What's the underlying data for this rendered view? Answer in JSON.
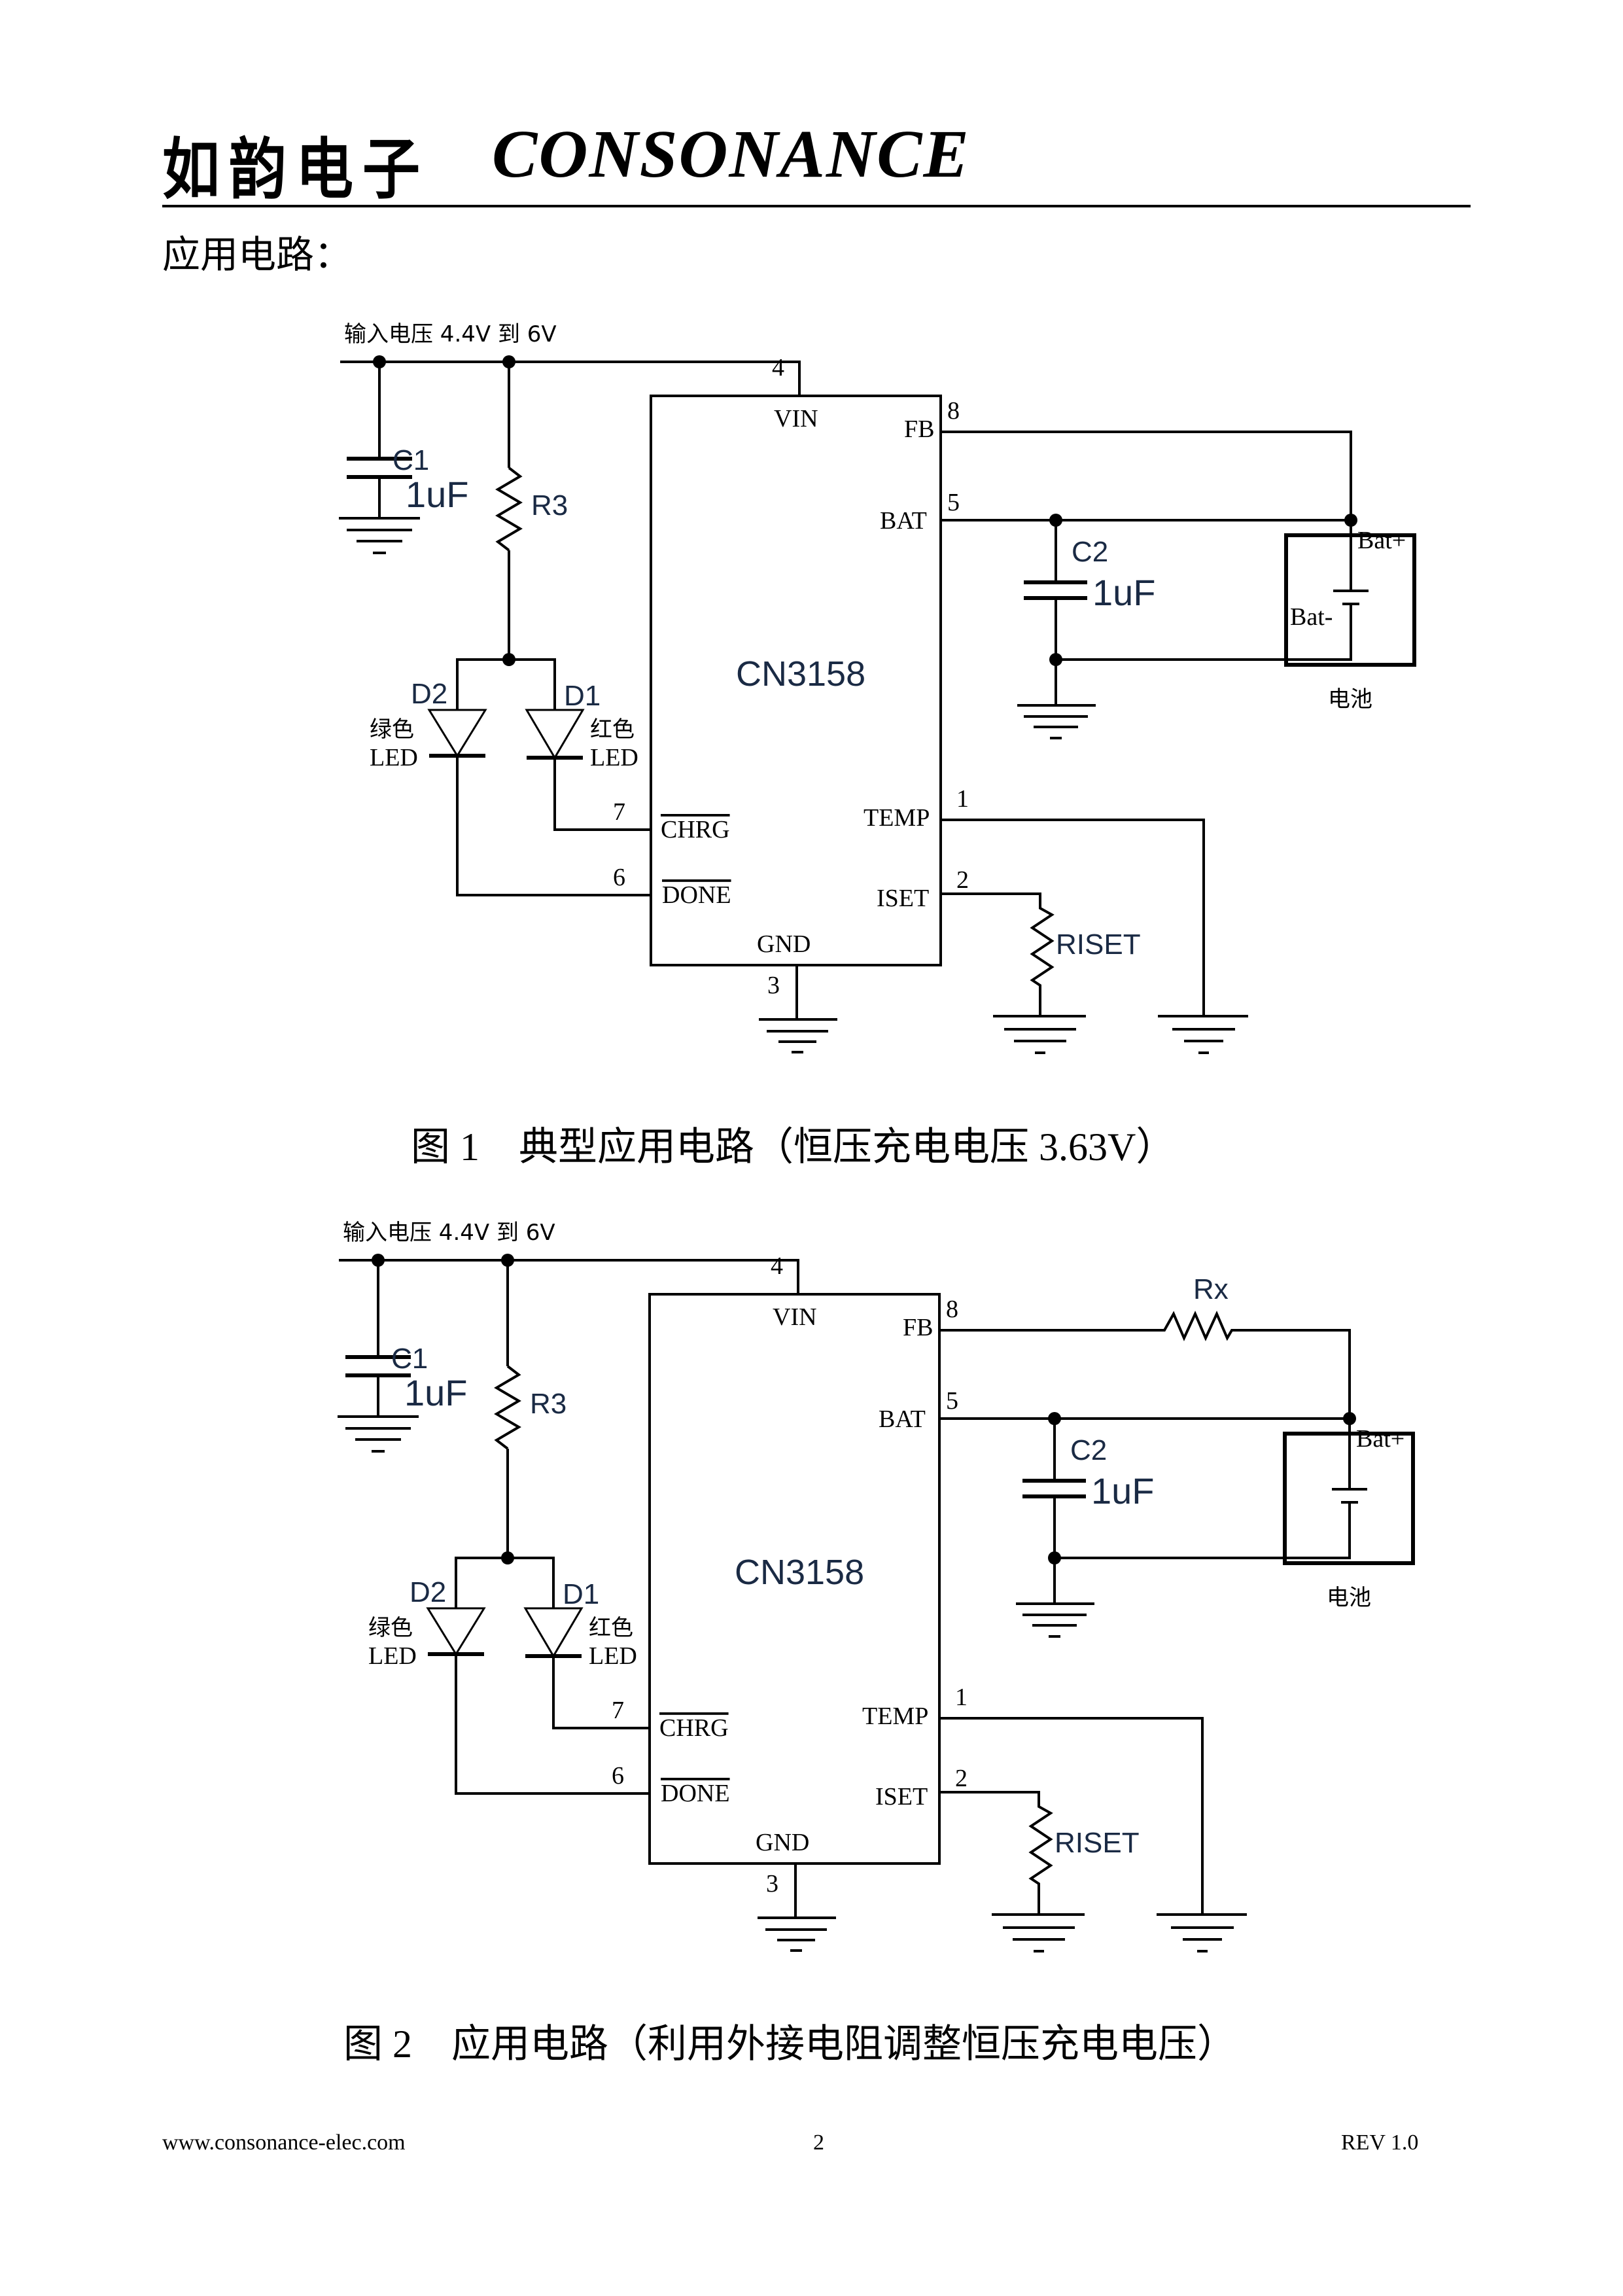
{
  "header": {
    "brand_cn": "如韵电子",
    "brand_en": "CONSONANCE"
  },
  "section_title": "应用电路：",
  "figures": [
    {
      "caption": "图 1    典型应用电路（恒压充电电压 3.63V）",
      "input_label": "输入电压 4.4V 到 6V",
      "chip": {
        "name": "CN3158",
        "pins": {
          "vin": {
            "label": "VIN",
            "num": "4"
          },
          "fb": {
            "label": "FB",
            "num": "8"
          },
          "bat": {
            "label": "BAT",
            "num": "5"
          },
          "temp": {
            "label": "TEMP",
            "num": "1"
          },
          "iset": {
            "label": "ISET",
            "num": "2"
          },
          "chrg": {
            "label": "CHRG",
            "num": "7"
          },
          "done": {
            "label": "DONE",
            "num": "6"
          },
          "gnd": {
            "label": "GND",
            "num": "3"
          }
        }
      },
      "components": {
        "c1": {
          "ref": "C1",
          "value": "1uF"
        },
        "c2": {
          "ref": "C2",
          "value": "1uF"
        },
        "r3": {
          "ref": "R3"
        },
        "riset": {
          "ref": "RISET"
        },
        "d1": {
          "ref": "D1",
          "desc_line1": "红色",
          "desc_line2": "LED"
        },
        "d2": {
          "ref": "D2",
          "desc_line1": "绿色",
          "desc_line2": "LED"
        }
      },
      "battery": {
        "label": "电池",
        "pos": "Bat+",
        "neg": "Bat-"
      }
    },
    {
      "caption": "图 2    应用电路（利用外接电阻调整恒压充电电压）",
      "input_label": "输入电压 4.4V 到 6V",
      "chip": {
        "name": "CN3158",
        "pins": {
          "vin": {
            "label": "VIN",
            "num": "4"
          },
          "fb": {
            "label": "FB",
            "num": "8"
          },
          "bat": {
            "label": "BAT",
            "num": "5"
          },
          "temp": {
            "label": "TEMP",
            "num": "1"
          },
          "iset": {
            "label": "ISET",
            "num": "2"
          },
          "chrg": {
            "label": "CHRG",
            "num": "7"
          },
          "done": {
            "label": "DONE",
            "num": "6"
          },
          "gnd": {
            "label": "GND",
            "num": "3"
          }
        }
      },
      "components": {
        "c1": {
          "ref": "C1",
          "value": "1uF"
        },
        "c2": {
          "ref": "C2",
          "value": "1uF"
        },
        "r3": {
          "ref": "R3"
        },
        "rx": {
          "ref": "Rx"
        },
        "riset": {
          "ref": "RISET"
        },
        "d1": {
          "ref": "D1",
          "desc_line1": "红色",
          "desc_line2": "LED"
        },
        "d2": {
          "ref": "D2",
          "desc_line1": "绿色",
          "desc_line2": "LED"
        }
      },
      "battery": {
        "label": "电池",
        "pos": "Bat+"
      }
    }
  ],
  "footer": {
    "website": "www.consonance-elec.com",
    "page_number": "2",
    "revision": "REV 1.0"
  }
}
